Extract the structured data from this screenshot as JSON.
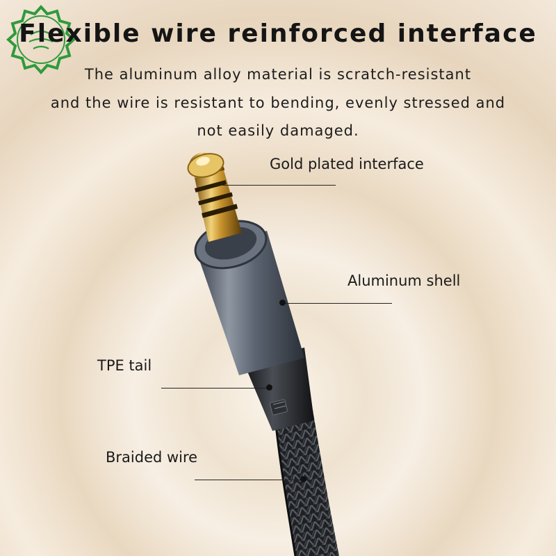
{
  "title": "Flexible wire reinforced interface",
  "description_lines": [
    "The aluminum alloy material is scratch-resistant",
    "and the wire is resistant to bending, evenly stressed and",
    "not easily damaged."
  ],
  "callouts": {
    "gold": "Gold plated interface",
    "aluminum": "Aluminum shell",
    "tpe": "TPE tail",
    "braided": "Braided wire"
  },
  "colors": {
    "gold": "#d9b24a",
    "shell": "#5a6270",
    "logo_green": "#2f9a3c"
  }
}
